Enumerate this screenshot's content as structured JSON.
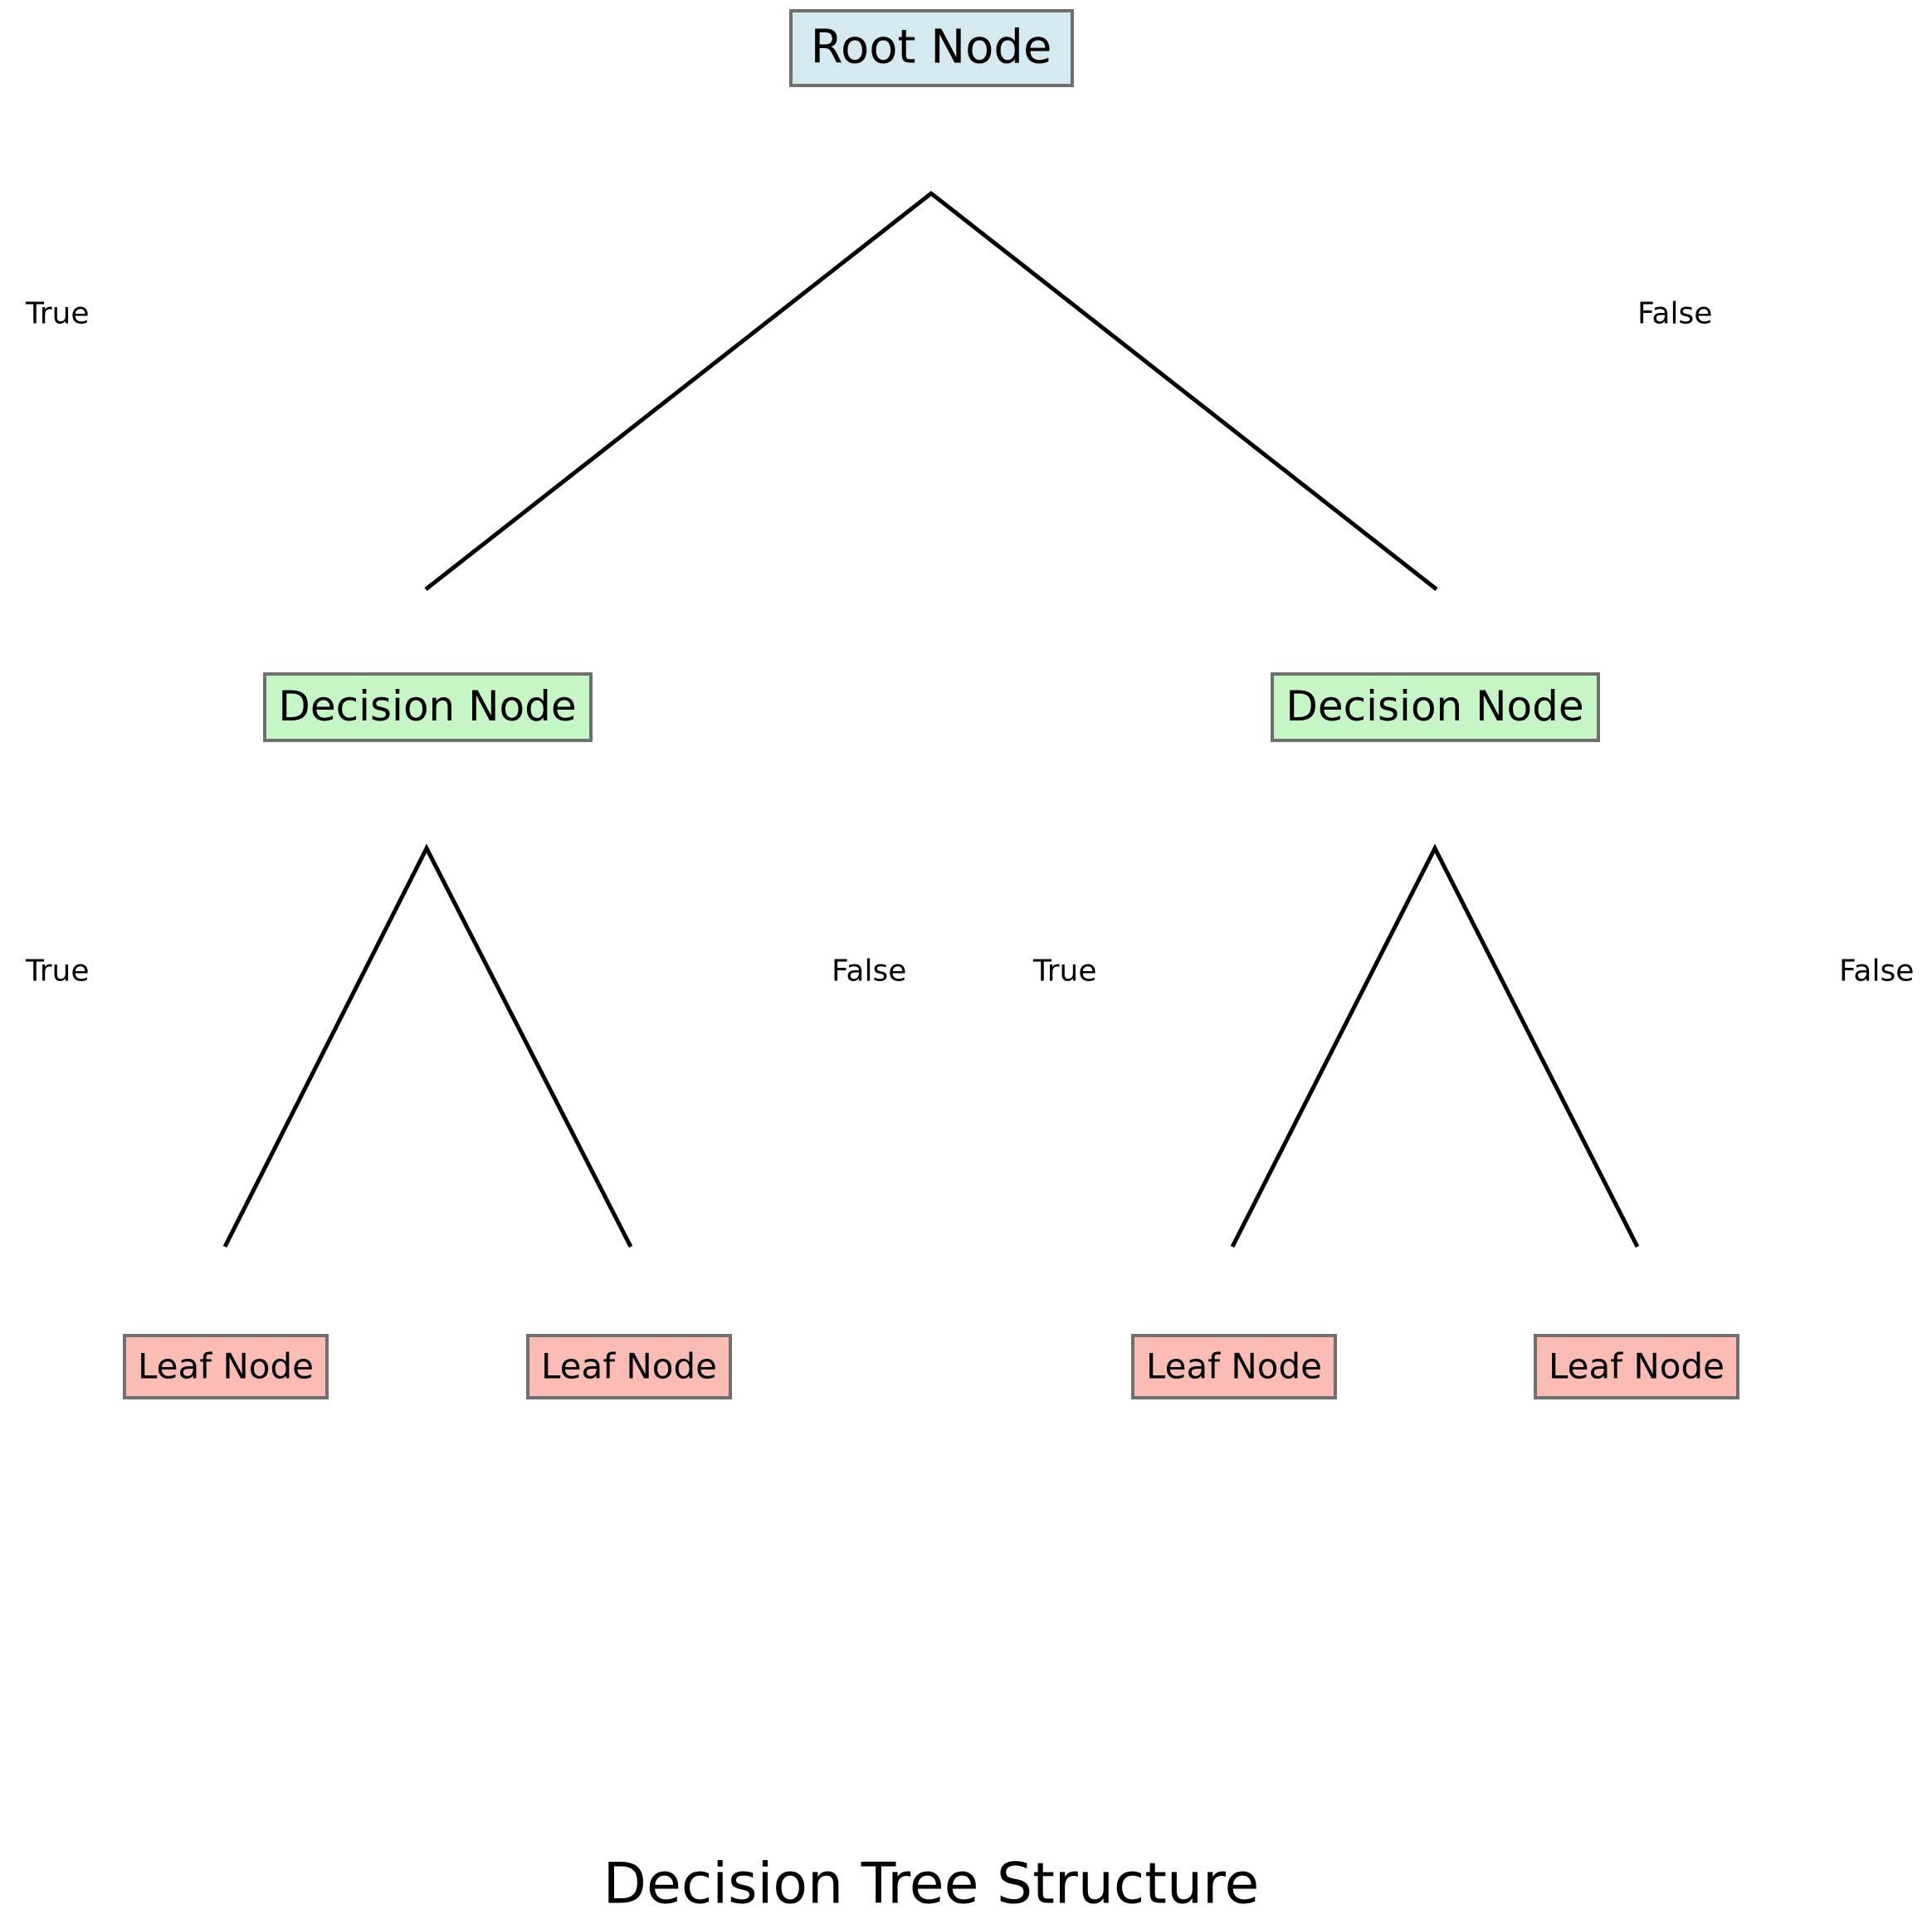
{
  "diagram": {
    "title": "Decision Tree Structure",
    "colors": {
      "root_fill": "#d4eaf0",
      "decision_fill": "#c6f5c6",
      "leaf_fill": "#fbbcb6",
      "box_border": "#6f6f6f",
      "edge": "#000000"
    },
    "root": {
      "label": "Root Node"
    },
    "decisions": [
      {
        "label": "Decision Node"
      },
      {
        "label": "Decision Node"
      }
    ],
    "leaves": [
      {
        "label": "Leaf Node"
      },
      {
        "label": "Leaf Node"
      },
      {
        "label": "Leaf Node"
      },
      {
        "label": "Leaf Node"
      }
    ],
    "edge_labels": {
      "root_true": "True",
      "root_false": "False",
      "left_true": "True",
      "left_false": "False",
      "right_true": "True",
      "right_false": "False"
    }
  }
}
